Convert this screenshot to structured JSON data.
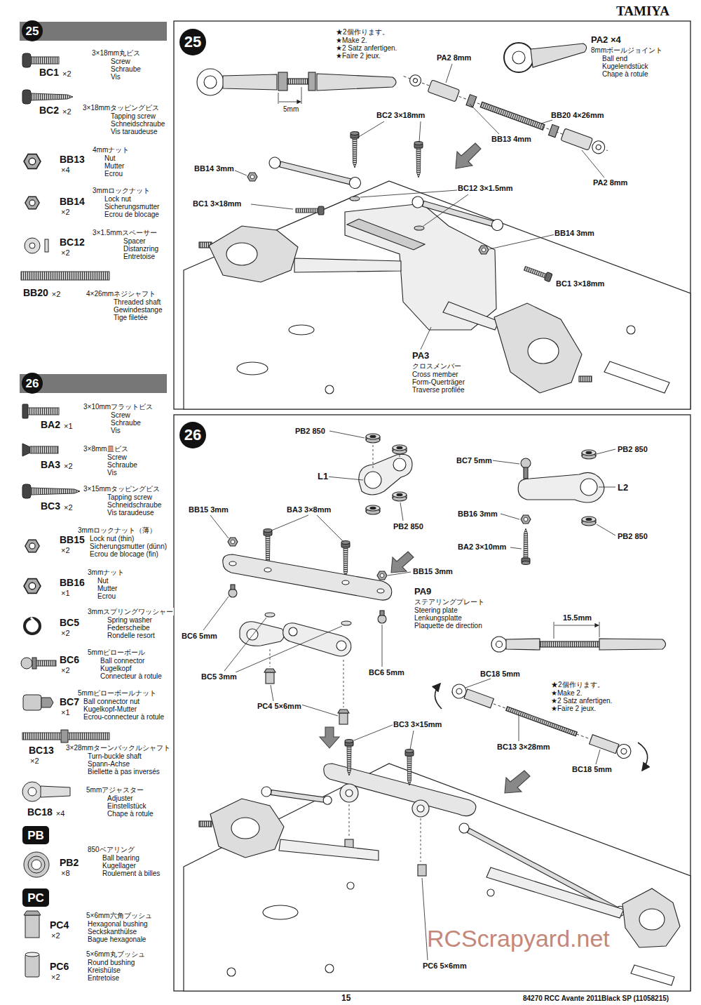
{
  "diagram": {
    "nodes": [
      {
        "text": [
          "25"
        ]
      },
      {
        "text": [
          "25"
        ]
      },
      {
        "text": [
          "26"
        ]
      },
      {
        "text": [
          "26"
        ]
      },
      {
        "text": [
          "PB"
        ]
      },
      {
        "text": [
          "PC"
        ]
      }
    ],
    "labels": [
      "TAMIYA",
      "BC1",
      "×2",
      "3×18mm丸ビス",
      "Screw",
      "Schraube",
      "Vis",
      "BC2",
      "×2",
      "3×18mmタッピングビス",
      "Tapping screw",
      "Schneidschraube",
      "Vis taraudeuse",
      "BB13",
      "×4",
      "4mmナット",
      "Nut",
      "Mutter",
      "Ecrou",
      "BB14",
      "×2",
      "3mmロックナット",
      "Lock nut",
      "Sicherungsmutter",
      "Ecrou de blocage",
      "BC12",
      "×2",
      "3×1.5mmスペーサー",
      "Spacer",
      "Distanzring",
      "Entretoise",
      "BB20",
      "×2",
      "4×26mmネジシャフト",
      "Threaded shaft",
      "Gewindestange",
      "Tige filetée",
      "BA2",
      "×1",
      "3×10mmフラットビス",
      "Screw",
      "Schraube",
      "Vis",
      "BA3",
      "×2",
      "3×8mm皿ビス",
      "Screw",
      "Schraube",
      "Vis",
      "BC3",
      "×2",
      "3×15mmタッピングビス",
      "Tapping screw",
      "Schneidschraube",
      "Vis taraudeuse",
      "BB15",
      "×2",
      "3mmロックナット（薄）",
      "Lock nut (thin)",
      "Sicherungsmutter (dünn)",
      "Ecrou de blocage (fin)",
      "BB16",
      "×1",
      "3mmナット",
      "Nut",
      "Mutter",
      "Ecrou",
      "BC5",
      "×2",
      "3mmスプリングワッシャー",
      "Spring washer",
      "Federscheibe",
      "Rondelle resort",
      "BC6",
      "×2",
      "5mmピローボール",
      "Ball connector",
      "Kugelkopf",
      "Connecteur à rotule",
      "BC7",
      "×1",
      "5mmピローボールナット",
      "Ball connector nut",
      "Kugelkopf-Mutter",
      "Ecrou-connecteur à rotule",
      "BC13",
      "×2",
      "3×28mmターンバックルシャフト",
      "Turn-buckle shaft",
      "Spann-Achse",
      "Biellette à pas inversés",
      "BC18",
      "×4",
      "5mmアジャスター",
      "Adjuster",
      "Einstellstück",
      "Chape à rotule",
      "PB2",
      "×8",
      "850ベアリング",
      "Ball bearing",
      "Kugellager",
      "Roulement à billes",
      "PC4",
      "×2",
      "5×6mm六角ブッシュ",
      "Hexagonal bushing",
      "Seckskanthülse",
      "Bague hexagonale",
      "PC6",
      "×2",
      "5×6mm丸ブッシュ",
      "Round bushing",
      "Kreishülse",
      "Entretoise",
      "★2個作ります。",
      "★Make 2.",
      "★2 Satz anfertigen.",
      "★Faire 2 jeux.",
      "5mm",
      "PA2 8mm",
      "BB20 4×26mm",
      "BB13 4mm",
      "PA2 8mm",
      "PA2 ×4",
      "8mmボールジョイント",
      "Ball end",
      "Kugelendstück",
      "Chape à rotule",
      "BC2 3×18mm",
      "BB14 3mm",
      "BC12 3×1.5mm",
      "BC1 3×18mm",
      "BB14 3mm",
      "BC1 3×18mm",
      "PA3",
      "クロスメンバー",
      "Cross member",
      "Form-Querträger",
      "Traverse profilée",
      "PB2 850",
      "L1",
      "PB2 850",
      "BC7 5mm",
      "PB2 850",
      "L2",
      "BB16 3mm",
      "PB2 850",
      "BA2 3×10mm",
      "BB15 3mm",
      "BA3 3×8mm",
      "BB15 3mm",
      "PA9",
      "ステアリングプレート",
      "Steering plate",
      "Lenkungsplatte",
      "Plaquette de direction",
      "BC6 5mm",
      "BC5 3mm",
      "BC6 5mm",
      "15.5mm",
      "BC18 5mm",
      "★2個作ります。",
      "★Make 2.",
      "★2 Satz anfertigen.",
      "★Faire 2 jeux.",
      "PC4 5×6mm",
      "BC3 3×15mm",
      "BC13 3×28mm",
      "BC18 5mm",
      "PC6 5×6mm",
      "15",
      "84270 RCC Avante 2011Black SP (11058215)",
      "RCScrapyard.net"
    ]
  }
}
